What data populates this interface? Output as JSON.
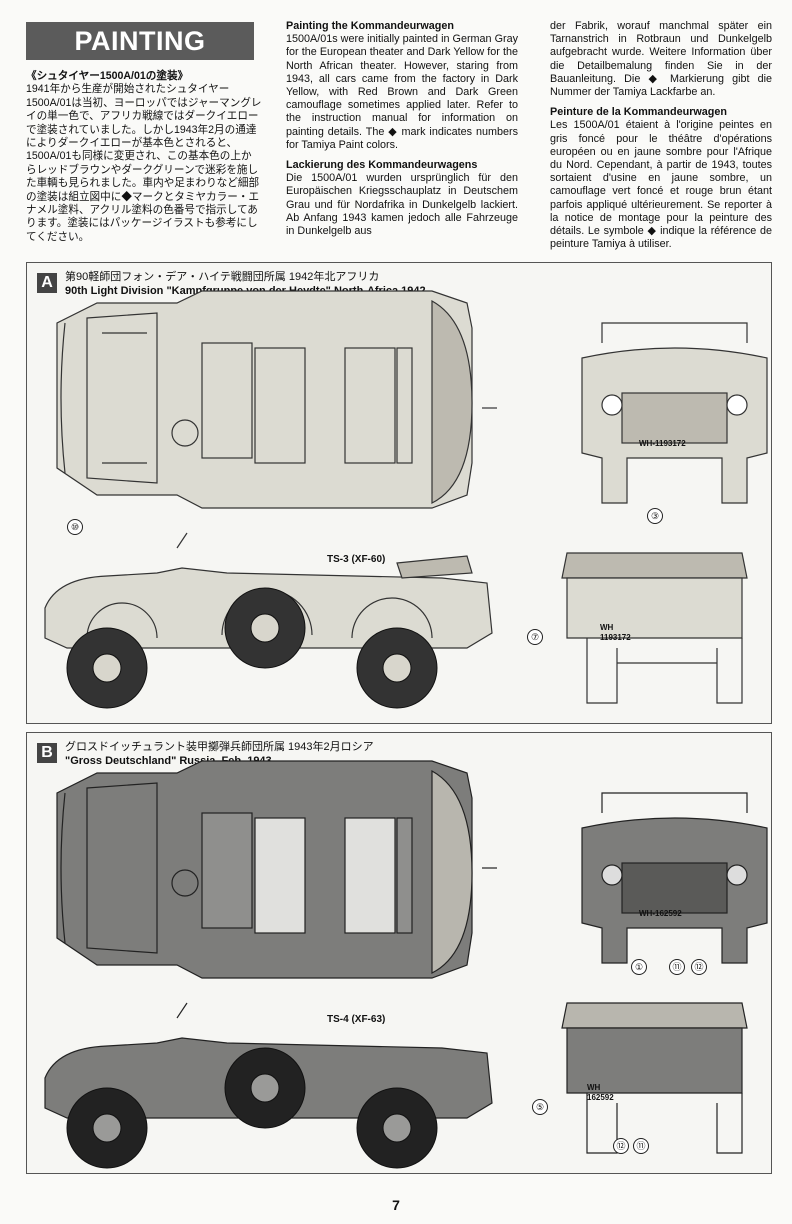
{
  "header": {
    "banner": "PAINTING"
  },
  "jp_intro": {
    "heading": "《シュタイヤー1500A/01の塗装》",
    "body": "1941年から生産が開始されたシュタイヤー1500A/01は当初、ヨーロッパではジャーマングレイの単一色で、アフリカ戦線ではダークイエローで塗装されていました。しかし1943年2月の通達によりダークイエローが基本色とされると、1500A/01も同様に変更され、この基本色の上からレッドブラウンやダークグリーンで迷彩を施した車輌も見られました。車内や足まわりなど細部の塗装は組立図中に◆マークとタミヤカラー・エナメル塗料、アクリル塗料の色番号で指示してあります。塗装にはパッケージイラストも参考にしてください。"
  },
  "en": {
    "heading": "Painting the Kommandeurwagen",
    "body": "1500A/01s were initially painted in German Gray for the European theater and Dark Yellow for the North African theater. However, staring from 1943, all cars came from the factory in Dark Yellow, with Red Brown and Dark Green camouflage sometimes applied later. Refer to the instruction manual for information on painting details. The ◆ mark indicates numbers for Tamiya Paint colors."
  },
  "de": {
    "heading": "Lackierung des Kommandeurwagens",
    "body_a": "Die 1500A/01 wurden ursprünglich für den Europäischen Kriegsschauplatz in Deutschem Grau und für Nordafrika in Dunkelgelb lackiert. Ab Anfang 1943 kamen jedoch alle Fahrzeuge in Dunkelgelb aus",
    "body_b": "der Fabrik, worauf manchmal später ein Tarnanstrich in Rotbraun und Dunkelgelb aufgebracht wurde. Weitere Information über die Detailbemalung finden Sie in der Bauanleitung. Die ◆ Markierung gibt die Nummer der Tamiya Lackfarbe an."
  },
  "fr": {
    "heading": "Peinture de la Kommandeurwagen",
    "body": "Les 1500A/01 étaient à l'origine peintes en gris foncé pour le théâtre d'opérations européen ou en jaune sombre pour l'Afrique du Nord. Cependant, à partir de 1943, toutes sortaient d'usine en jaune sombre, un camouflage vert foncé et rouge brun étant parfois appliqué ultérieurement. Se reporter à la notice de montage pour la peinture des détails. Le symbole ◆ indique la référence de peinture Tamiya à utiliser."
  },
  "panel_a": {
    "letter": "A",
    "title_jp": "第90軽師団フォン・デア・ハイテ戦闘団所属 1942年北アフリカ",
    "title_en": "90th Light Division \"Kampfgruppe von der Heydte\" North-Africa 1942",
    "paint": "TS-3 (XF-60)",
    "plate_front": "WH-1193172",
    "plate_rear_1": "WH",
    "plate_rear_2": "1193172",
    "marker_top": "⑩",
    "marker_front": "③",
    "marker_rear": "⑦",
    "color": "#dcdbd2"
  },
  "panel_b": {
    "letter": "B",
    "title_jp": "グロスドイッチュラント装甲擲弾兵師団所属 1943年2月ロシア",
    "title_en": "\"Gross Deutschland\" Russia, Feb. 1943",
    "paint": "TS-4 (XF-63)",
    "plate_front": "WH-162592",
    "plate_rear_1": "WH",
    "plate_rear_2": "162592",
    "marker_f1": "①",
    "marker_f2": "⑪",
    "marker_f3": "⑫",
    "marker_rear": "⑤",
    "marker_r1": "⑫",
    "marker_r2": "⑪",
    "color": "#7d7d7b"
  },
  "page_number": "7"
}
